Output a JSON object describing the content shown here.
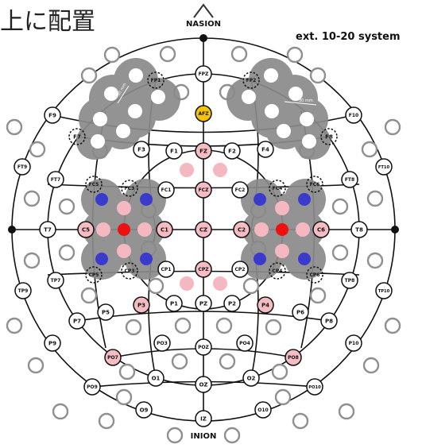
{
  "heading": "上に配置",
  "system_label": "ext. 10-20 system",
  "landmarks": {
    "top": "NASION",
    "bottom": "INION"
  },
  "distance_label": "30 mm",
  "colors": {
    "probe_pad": "#8a8a8a",
    "source": "#3a3acc",
    "target": "#ee1111",
    "detector": "#f6b8c0",
    "highlight": "#f5c400",
    "electrode_fill": "#ffffff",
    "pink_electrode": "#f6bcc4",
    "line": "#111111",
    "unlabeled_ring": "#8f8f8f"
  },
  "electrodes": [
    {
      "id": "FPZ",
      "style": "plain"
    },
    {
      "id": "FP1",
      "style": "dashed"
    },
    {
      "id": "FP2",
      "style": "dashed"
    },
    {
      "id": "AFZ",
      "style": "yellow"
    },
    {
      "id": "F9",
      "style": "plain"
    },
    {
      "id": "F7",
      "style": "dashed"
    },
    {
      "id": "F3",
      "style": "plain"
    },
    {
      "id": "F1",
      "style": "plain"
    },
    {
      "id": "FZ",
      "style": "pink"
    },
    {
      "id": "F2",
      "style": "plain"
    },
    {
      "id": "F4",
      "style": "plain"
    },
    {
      "id": "F8",
      "style": "dashed"
    },
    {
      "id": "F10",
      "style": "plain"
    },
    {
      "id": "FT9",
      "style": "plain"
    },
    {
      "id": "FT7",
      "style": "plain"
    },
    {
      "id": "FC5",
      "style": "dashed"
    },
    {
      "id": "FC3",
      "style": "dashed"
    },
    {
      "id": "FC1",
      "style": "plain"
    },
    {
      "id": "FCZ",
      "style": "pink"
    },
    {
      "id": "FC2",
      "style": "plain"
    },
    {
      "id": "FC4",
      "style": "dashed"
    },
    {
      "id": "FC6",
      "style": "dashed"
    },
    {
      "id": "FT8",
      "style": "plain"
    },
    {
      "id": "FT10",
      "style": "plain"
    },
    {
      "id": "T7",
      "style": "plain"
    },
    {
      "id": "C5",
      "style": "pink"
    },
    {
      "id": "C1",
      "style": "pink"
    },
    {
      "id": "CZ",
      "style": "pink"
    },
    {
      "id": "C2",
      "style": "pink"
    },
    {
      "id": "C6",
      "style": "pink"
    },
    {
      "id": "T8",
      "style": "plain"
    },
    {
      "id": "TP9",
      "style": "plain"
    },
    {
      "id": "TP7",
      "style": "plain"
    },
    {
      "id": "CP5",
      "style": "dashed"
    },
    {
      "id": "CP3",
      "style": "dashed"
    },
    {
      "id": "CP1",
      "style": "plain"
    },
    {
      "id": "CPZ",
      "style": "pink"
    },
    {
      "id": "CP2",
      "style": "plain"
    },
    {
      "id": "CP4",
      "style": "dashed"
    },
    {
      "id": "CP6",
      "style": "dashed"
    },
    {
      "id": "TP8",
      "style": "plain"
    },
    {
      "id": "TP10",
      "style": "plain"
    },
    {
      "id": "P7",
      "style": "plain"
    },
    {
      "id": "P5",
      "style": "plain"
    },
    {
      "id": "P3",
      "style": "pink"
    },
    {
      "id": "P1",
      "style": "plain"
    },
    {
      "id": "PZ",
      "style": "plain"
    },
    {
      "id": "P2",
      "style": "plain"
    },
    {
      "id": "P4",
      "style": "pink"
    },
    {
      "id": "P6",
      "style": "plain"
    },
    {
      "id": "P8",
      "style": "plain"
    },
    {
      "id": "P9",
      "style": "plain"
    },
    {
      "id": "PO7",
      "style": "pink"
    },
    {
      "id": "PO3",
      "style": "plain"
    },
    {
      "id": "POZ",
      "style": "plain"
    },
    {
      "id": "PO4",
      "style": "plain"
    },
    {
      "id": "PO8",
      "style": "pink"
    },
    {
      "id": "P10",
      "style": "plain"
    },
    {
      "id": "PO9",
      "style": "plain"
    },
    {
      "id": "O1",
      "style": "plain"
    },
    {
      "id": "OZ",
      "style": "plain"
    },
    {
      "id": "O2",
      "style": "plain"
    },
    {
      "id": "PO10",
      "style": "plain"
    },
    {
      "id": "O9",
      "style": "plain"
    },
    {
      "id": "IZ",
      "style": "plain"
    },
    {
      "id": "O10",
      "style": "plain"
    }
  ]
}
